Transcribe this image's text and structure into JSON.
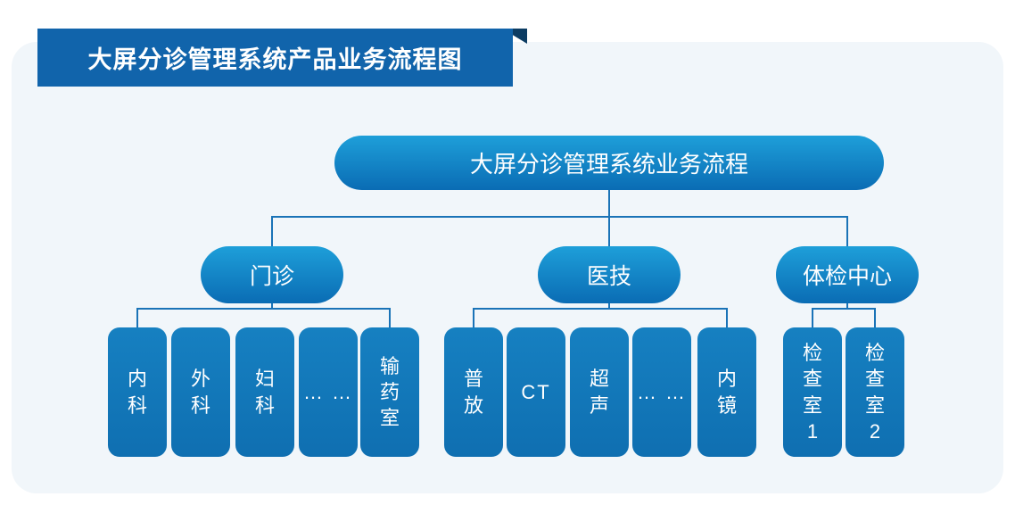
{
  "title_banner": {
    "text": "大屏分诊管理系统产品业务流程图"
  },
  "colors": {
    "banner": "#1164ab",
    "banner_fold": "#0c3c63",
    "card_background": "#f1f6fa",
    "node_gradient_top": "#1e9fd9",
    "node_gradient_bottom": "#0a6cb4",
    "leaf_top": "#1680c1",
    "leaf_bottom": "#0f6fb1",
    "connector_line": "#1a73b7",
    "text": "#ffffff"
  },
  "flowchart": {
    "root_label": "大屏分诊管理系统业务流程",
    "groups": [
      {
        "label": "门诊",
        "children": [
          "内科",
          "外科",
          "妇科",
          "… …",
          "输药室"
        ]
      },
      {
        "label": "医技",
        "children": [
          "普放",
          "CT",
          "超声",
          "… …",
          "内镜"
        ]
      },
      {
        "label": "体检中心",
        "children": [
          "检查室1",
          "检查室2"
        ]
      }
    ]
  }
}
